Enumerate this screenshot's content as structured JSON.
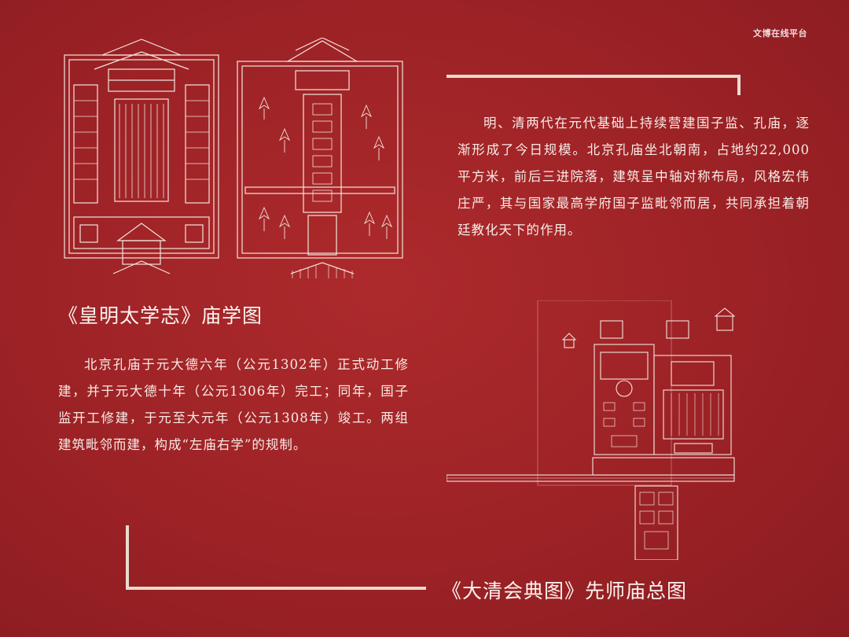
{
  "watermark": "文博在线平台",
  "caption_left": "《皇明太学志》庙学图",
  "caption_right": "《大清会典图》先师庙总图",
  "paragraph_top_right": "明、清两代在元代基础上持续营建国子监、孔庙，逐渐形成了今日规模。北京孔庙坐北朝南，占地约22,000平方米，前后三进院落，建筑呈中轴对称布局，风格宏伟庄严，其与国家最高学府国子监毗邻而居，共同承担着朝廷教化天下的作用。",
  "paragraph_left": "北京孔庙于元大德六年（公元1302年）正式动工修建，并于元大德十年（公元1306年）完工；同年，国子监开工修建，于元至大元年（公元1308年）竣工。两组建筑毗邻而建，构成“左庙右学”的规制。",
  "colors": {
    "background": "#9c2226",
    "line": "#e8dccd",
    "text": "#f6e9e2"
  }
}
